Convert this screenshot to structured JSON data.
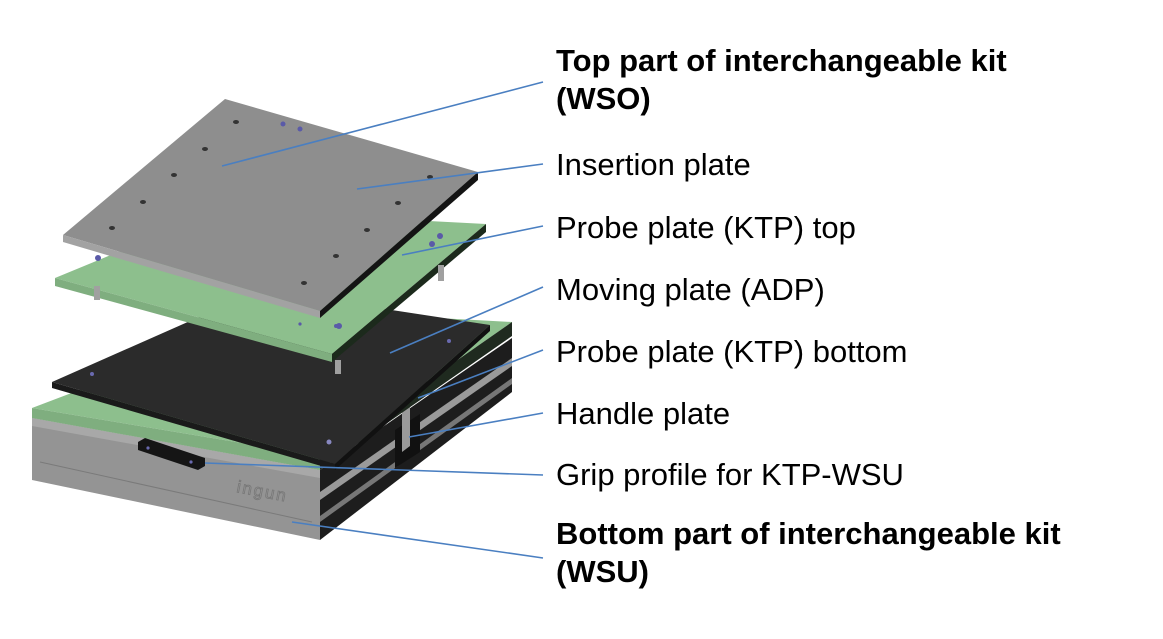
{
  "diagram": {
    "title": "Interchangeable kit exploded view",
    "logo_text": "ingun",
    "leader_color": "#4a7fc1",
    "colors": {
      "insertion_plate": "#8c8c8c",
      "probe_plate": "#8dbf8d",
      "moving_plate": "#2a2a2a",
      "base": "#8f8f8f"
    },
    "labels": [
      {
        "id": "wso",
        "line1": "Top part of interchangeable kit",
        "line2": "(WSO)",
        "bold": true
      },
      {
        "id": "insertion",
        "text": "Insertion plate"
      },
      {
        "id": "probe-top",
        "text": "Probe plate (KTP) top"
      },
      {
        "id": "moving",
        "text": "Moving plate (ADP)"
      },
      {
        "id": "probe-bottom",
        "text": "Probe plate (KTP) bottom"
      },
      {
        "id": "handle",
        "text": "Handle plate"
      },
      {
        "id": "grip",
        "text": "Grip profile for KTP-WSU"
      },
      {
        "id": "wsu",
        "line1": "Bottom part of interchangeable kit",
        "line2": "(WSU)",
        "bold": true
      }
    ]
  }
}
